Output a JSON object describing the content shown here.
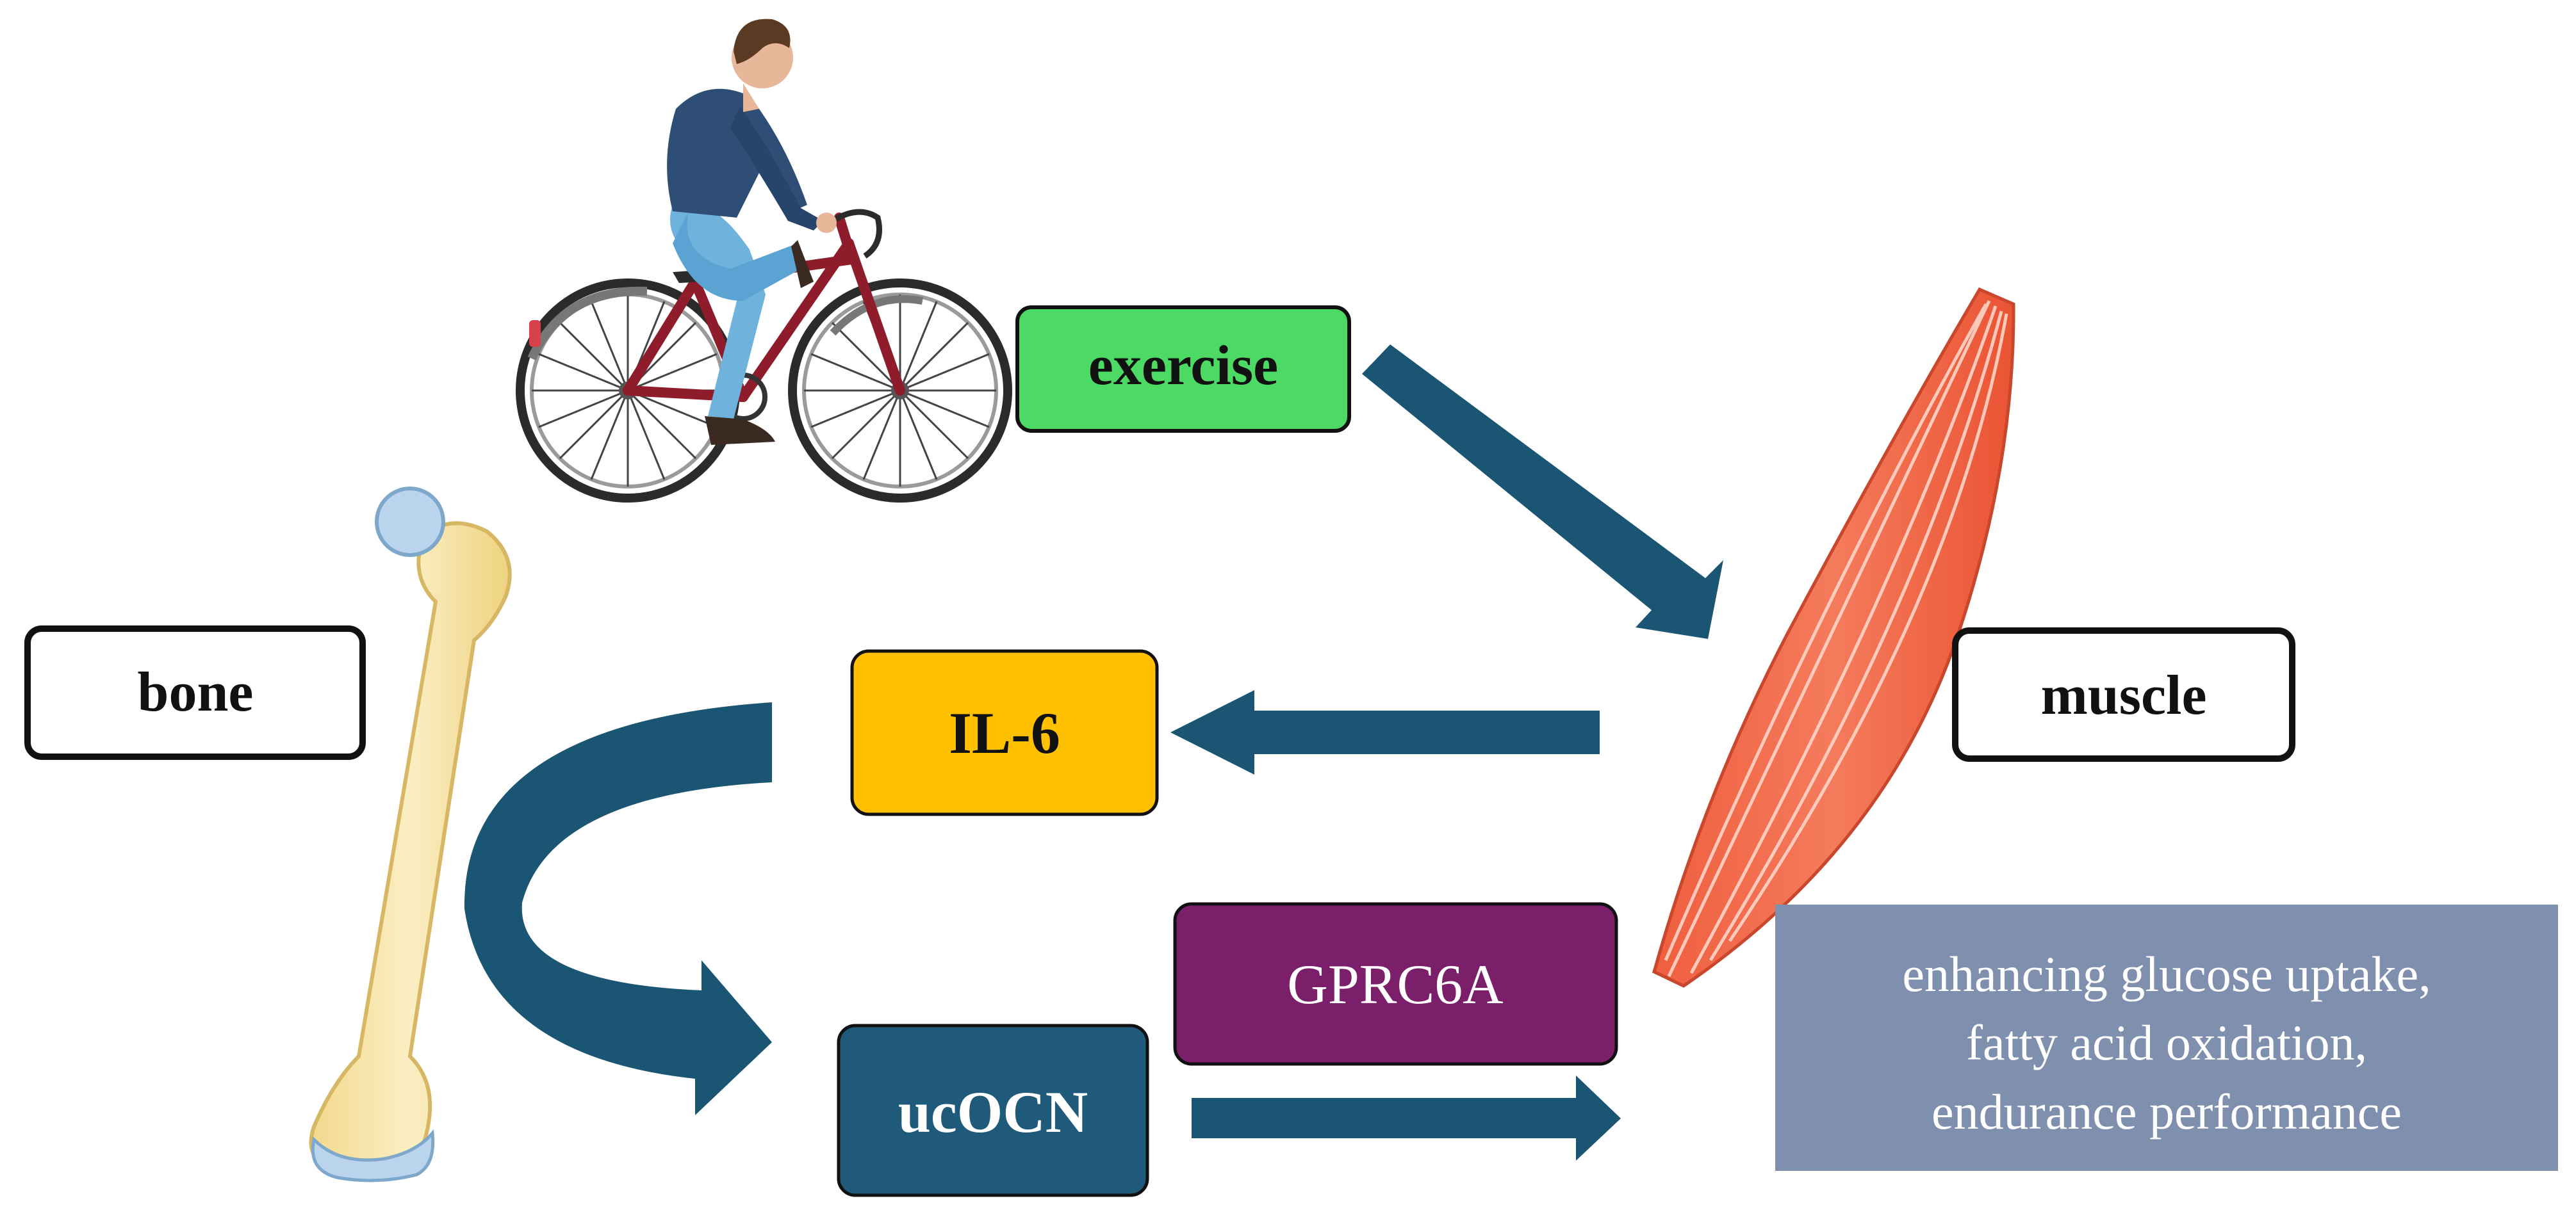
{
  "nodes": {
    "exercise": {
      "label": "exercise",
      "fill": "#4cd964"
    },
    "bone": {
      "label": "bone",
      "fill": "#ffffff"
    },
    "muscle": {
      "label": "muscle",
      "fill": "#ffffff"
    },
    "il6": {
      "label": "IL-6",
      "fill": "#ffc000"
    },
    "ucocn": {
      "label": "ucOCN",
      "fill": "#1f5a7a"
    },
    "gprc6a": {
      "label": "GPRC6A",
      "fill": "#7b1f6a"
    },
    "effects": {
      "lines": [
        "enhancing glucose uptake,",
        "fatty acid oxidation,",
        "endurance performance"
      ],
      "fill": "#7f8fae"
    }
  },
  "colors": {
    "arrow": "#1a5573",
    "muscle": "#f26d4f",
    "bone": "#f7e3a5",
    "bone_joint": "#b9d4ec"
  },
  "icons": [
    "cyclist-icon",
    "bone-icon",
    "muscle-icon"
  ]
}
